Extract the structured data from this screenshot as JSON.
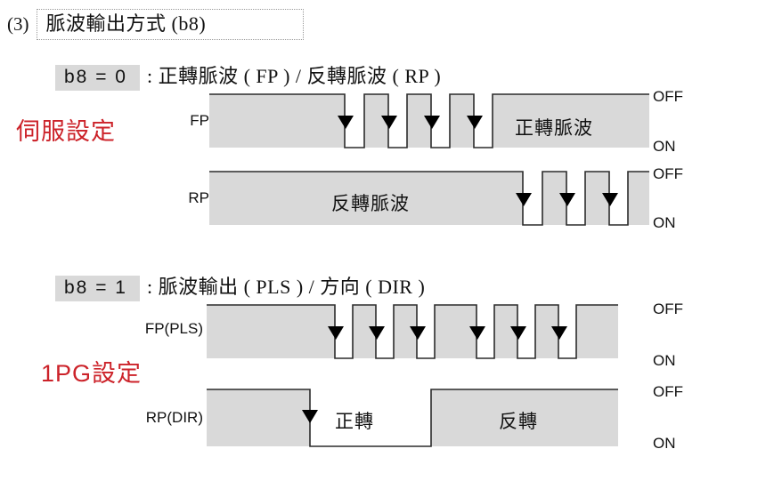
{
  "heading": {
    "number": "(3)",
    "title": "脈波輸出方式 (b8)"
  },
  "modes": [
    {
      "tag": "b8 = 0",
      "desc": ": 正轉脈波 ( FP ) / 反轉脈波 ( RP )",
      "note": "伺服設定",
      "signals": [
        {
          "label": "FP",
          "caption": "正轉脈波",
          "high_label": "OFF",
          "low_label": "ON"
        },
        {
          "label": "RP",
          "caption": "反轉脈波",
          "high_label": "OFF",
          "low_label": "ON"
        }
      ]
    },
    {
      "tag": "b8 = 1",
      "desc": ": 脈波輸出 ( PLS ) / 方向 ( DIR )",
      "note": "1PG設定",
      "signals": [
        {
          "label": "FP(PLS)",
          "caption": "",
          "high_label": "OFF",
          "low_label": "ON"
        },
        {
          "label": "RP(DIR)",
          "caption": "正轉",
          "caption2": "反轉",
          "high_label": "OFF",
          "low_label": "ON"
        }
      ]
    }
  ],
  "colors": {
    "fill": "#d9d9d9",
    "stroke": "#4d4d4d",
    "top_stroke": "#111111",
    "accent_red": "#cc2229",
    "tag_bg": "#d9d9d9"
  }
}
